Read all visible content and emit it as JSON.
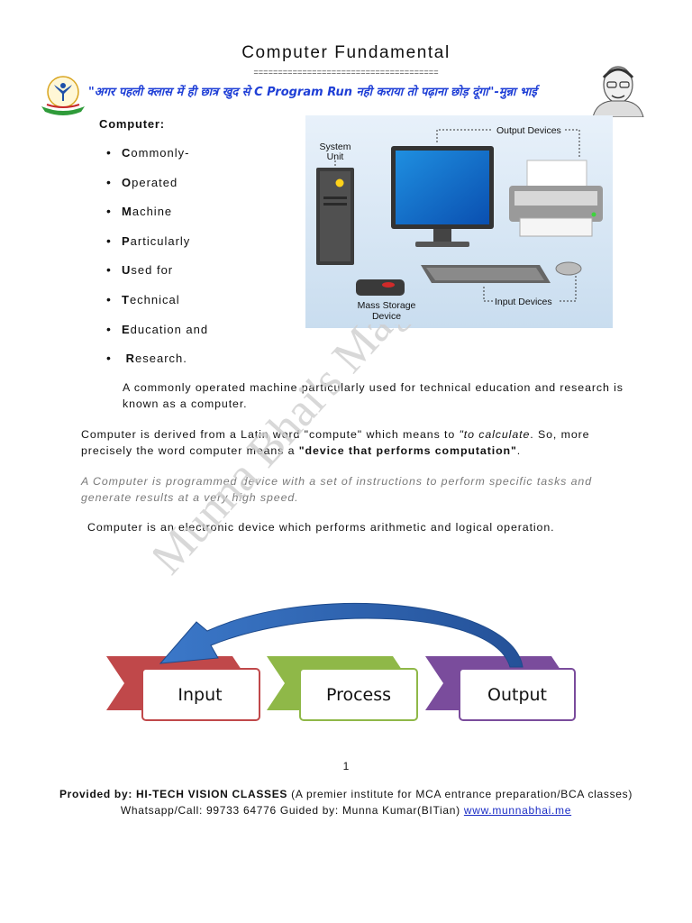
{
  "header": {
    "title": "Computer Fundamental",
    "rule": "======================================",
    "tagline": "\"अगर पहली क्लास में ही छात्र खुद से C Program Run नही कराया तो पढ़ाना छोड़ दूंगा\"-मुन्ना भाई"
  },
  "section": {
    "heading": "Computer:",
    "acronym": [
      {
        "letter": "C",
        "rest": "ommonly-"
      },
      {
        "letter": "O",
        "rest": "perated"
      },
      {
        "letter": "M",
        "rest": " achine"
      },
      {
        "letter": "P",
        "rest": "articularly"
      },
      {
        "letter": "U",
        "rest": "sed for"
      },
      {
        "letter": "T",
        "rest": "echnical"
      },
      {
        "letter": "E",
        "rest": "ducation and"
      },
      {
        "letter": " R",
        "rest": "esearch."
      }
    ],
    "bullet": "•"
  },
  "figure": {
    "labels": {
      "system_unit": "System Unit",
      "output_devices": "Output Devices",
      "input_devices": "Input Devices",
      "mass_storage": "Mass Storage Device"
    }
  },
  "paragraphs": {
    "p1": "A commonly operated machine particularly used for technical education and research is known as a computer.",
    "p2_a": "Computer is derived from a Latin word \"compute\" which means to ",
    "p2_b": "\"to calculate",
    "p2_c": ". So, more precisely the word computer means a ",
    "p2_d": "\"device that performs computation\"",
    "p2_e": ".",
    "p3": "A Computer is programmed device with a set of instructions to perform specific tasks and generate results at a very high speed.",
    "p4": "Computer is an electronic device which performs arithmetic and logical operation."
  },
  "flow": {
    "steps": [
      "Input",
      "Process",
      "Output"
    ],
    "colors": {
      "input": "#c0484a",
      "process": "#8fb848",
      "output": "#7a4c9c",
      "arrow": "#2f62ad"
    }
  },
  "page_number": "1",
  "footer": {
    "provided_label": "Provided by: HI-TECH VISION CLASSES",
    "provided_rest": " (A premier institute for MCA entrance preparation/BCA classes)",
    "contact": "Whatsapp/Call: 99733 64776 Guided by: Munna Kumar(BITian) ",
    "link": "www.munnabhai.me"
  },
  "watermark": "Munna Bhai's Magical"
}
